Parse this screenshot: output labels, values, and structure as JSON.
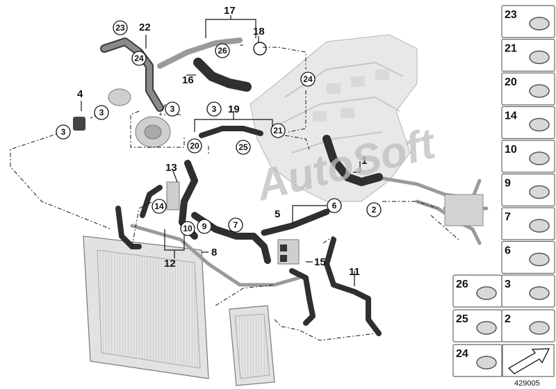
{
  "diagram": {
    "labels": {
      "l17": "17",
      "l18": "18",
      "l22": "22",
      "l16": "16",
      "l19": "19",
      "l4": "4",
      "l1": "1",
      "l13": "13",
      "l5": "5",
      "l12": "12",
      "l8": "8",
      "l15": "15",
      "l11": "11"
    },
    "circled": {
      "c23": "23",
      "c24a": "24",
      "c26": "26",
      "c24b": "24",
      "c3a": "3",
      "c3b": "3",
      "c3c": "3",
      "c3d": "3",
      "c21": "21",
      "c20": "20",
      "c25": "25",
      "c6": "6",
      "c2": "2",
      "c14": "14",
      "c10": "10",
      "c9": "9",
      "c7": "7"
    },
    "side_panel": [
      "23",
      "21",
      "20",
      "14",
      "10",
      "9",
      "7",
      "6",
      "26",
      "3",
      "25",
      "2",
      "24"
    ],
    "watermark": "AutoSoft",
    "doc_number": "429005"
  },
  "colors": {
    "line": "#111111",
    "part_gray": "#9a9a9a",
    "engine_gray": "#c8c8c8",
    "watermark": "#bdbdbd"
  }
}
